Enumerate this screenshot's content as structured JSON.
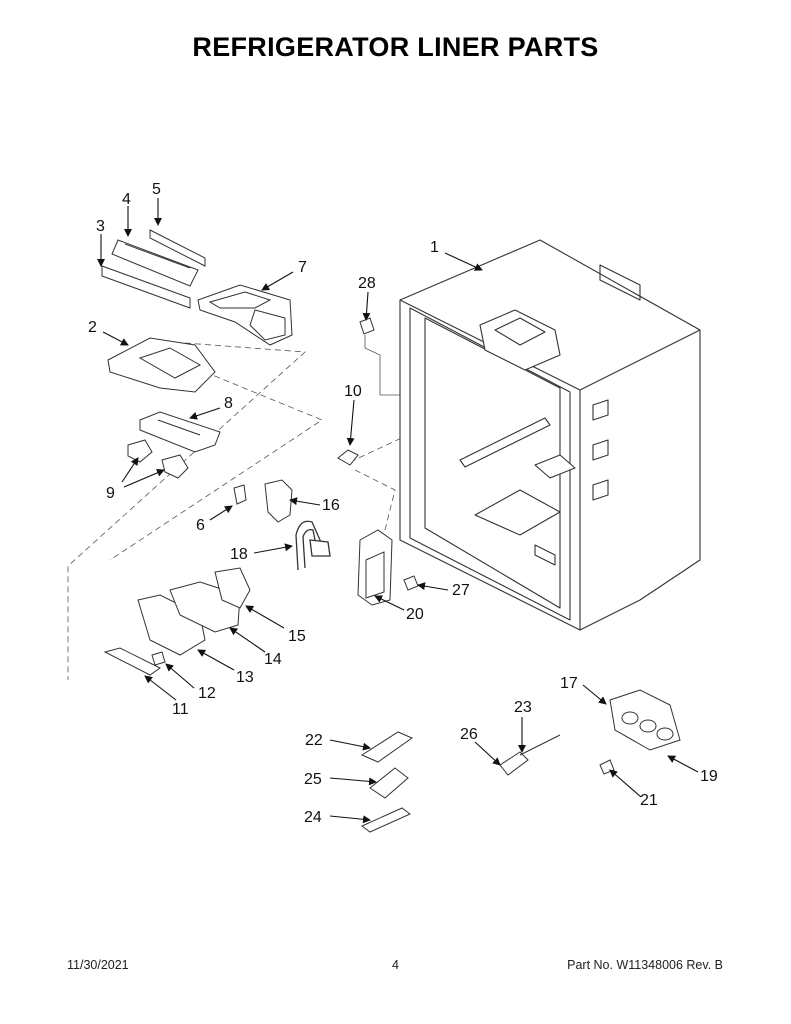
{
  "title": "REFRIGERATOR LINER PARTS",
  "footer": {
    "date": "11/30/2021",
    "page": "4",
    "part_number": "Part No.  W11348006  Rev.  B"
  },
  "callouts": [
    "1",
    "2",
    "3",
    "4",
    "5",
    "6",
    "7",
    "8",
    "9",
    "10",
    "11",
    "12",
    "13",
    "14",
    "15",
    "16",
    "17",
    "18",
    "19",
    "20",
    "21",
    "22",
    "23",
    "24",
    "25",
    "26",
    "27",
    "28"
  ]
}
